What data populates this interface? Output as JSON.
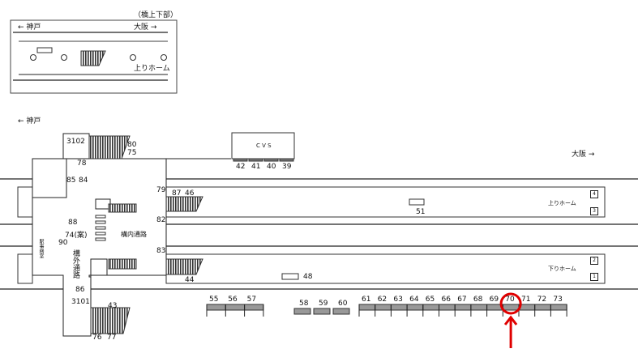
{
  "inset": {
    "caption": "（橋上下部）",
    "left_dir": "← 神戸",
    "right_dir": "大阪 →",
    "platform": "上りホーム"
  },
  "main": {
    "left_dir": "← 神戸",
    "right_dir": "大阪 →",
    "cvs": "C V S",
    "cvs_slots": [
      "42",
      "41",
      "40",
      "39"
    ],
    "up_platform": "上りホーム",
    "down_platform": "下りホーム",
    "tracks": [
      "4",
      "3",
      "2",
      "1"
    ],
    "inner_passage": "構内通路",
    "outer_passage": "構外通路",
    "station_office": "駅事務室",
    "labels": {
      "n3102": "3102",
      "n80": "80",
      "n75": "75",
      "n78": "78",
      "n85": "85",
      "n84": "84",
      "n79": "79",
      "n87": "87",
      "n46": "46",
      "n82": "82",
      "n88": "88",
      "n74": "74(案)",
      "n90": "90",
      "n83": "83",
      "n44": "44",
      "n86": "86",
      "n3101": "3101",
      "n43": "43",
      "n76": "76",
      "n77": "77",
      "n51": "51",
      "n48": "48"
    },
    "bottom_group_a": [
      "55",
      "56",
      "57"
    ],
    "bottom_group_b": [
      "58",
      "59",
      "60"
    ],
    "bottom_group_c": [
      "61",
      "62",
      "63",
      "64",
      "65",
      "66",
      "67",
      "68",
      "69",
      "70",
      "71",
      "72",
      "73"
    ],
    "highlighted_slot": "70",
    "highlight_color": "#e00000"
  }
}
